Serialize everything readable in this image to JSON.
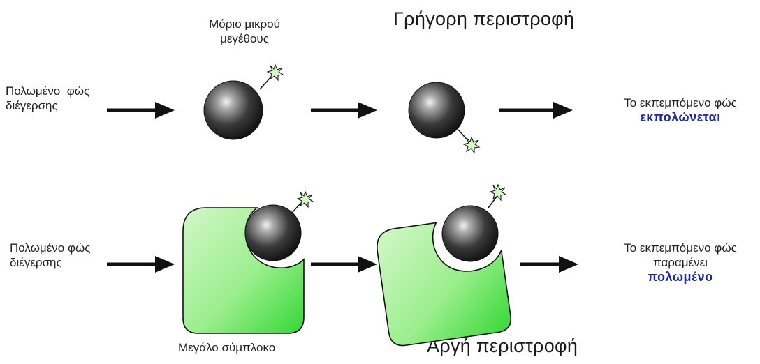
{
  "top": {
    "title": "Γρήγορη περιστροφή",
    "molecule_label_line1": "Μόριο μικρού",
    "molecule_label_line2": "μεγέθους",
    "input_line1": "Πολωμένο  φώς",
    "input_line2": "διέγερσης",
    "output_line1": "Το εκπεμπόμενο φώς",
    "output_highlight": "εκπολώνεται"
  },
  "bottom": {
    "title": "Αργή περιστροφή",
    "complex_label": "Μεγάλο σύμπλοκο",
    "input_line1": "Πολωμένο φώς",
    "input_line2": "διέγερσης",
    "output_line1": "Το εκπεμπόμενο φώς",
    "output_line2": "παραμένει",
    "output_highlight": "πολωμένο"
  },
  "colors": {
    "highlight_text": "#1f2a9c",
    "complex_fill_light": "#c9f5bf",
    "complex_fill_dark": "#3fdc3f",
    "sphere_dark": "#111111",
    "sphere_light": "#f0f0f0"
  }
}
